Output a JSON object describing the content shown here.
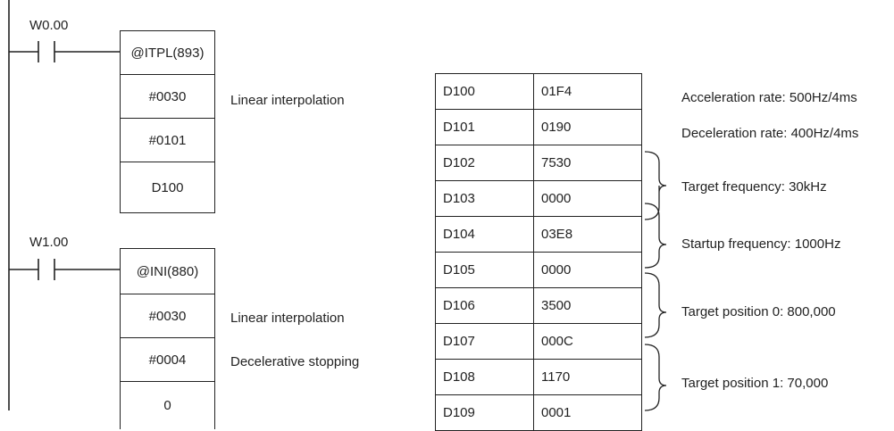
{
  "rung1": {
    "contact": "W0.00",
    "instruction": "@ITPL(893)",
    "operands": [
      "#0030",
      "#0101",
      "D100"
    ],
    "comments": [
      "Linear interpolation",
      "",
      ""
    ]
  },
  "rung2": {
    "contact": "W1.00",
    "instruction": "@INI(880)",
    "operands": [
      "#0030",
      "#0004",
      "0"
    ],
    "comments": [
      "Linear interpolation",
      "Decelerative stopping",
      ""
    ]
  },
  "memory": [
    {
      "address": "D100",
      "value": "01F4"
    },
    {
      "address": "D101",
      "value": "0190"
    },
    {
      "address": "D102",
      "value": "7530"
    },
    {
      "address": "D103",
      "value": "0000"
    },
    {
      "address": "D104",
      "value": "03E8"
    },
    {
      "address": "D105",
      "value": "0000"
    },
    {
      "address": "D106",
      "value": "3500"
    },
    {
      "address": "D107",
      "value": "000C"
    },
    {
      "address": "D108",
      "value": "1170"
    },
    {
      "address": "D109",
      "value": "0001"
    }
  ],
  "annotations": [
    "Acceleration rate: 500Hz/4ms",
    "Deceleration rate: 400Hz/4ms",
    "Target frequency: 30kHz",
    "Startup frequency: 1000Hz",
    "Target position 0: 800,000",
    "Target position 1: 70,000"
  ]
}
